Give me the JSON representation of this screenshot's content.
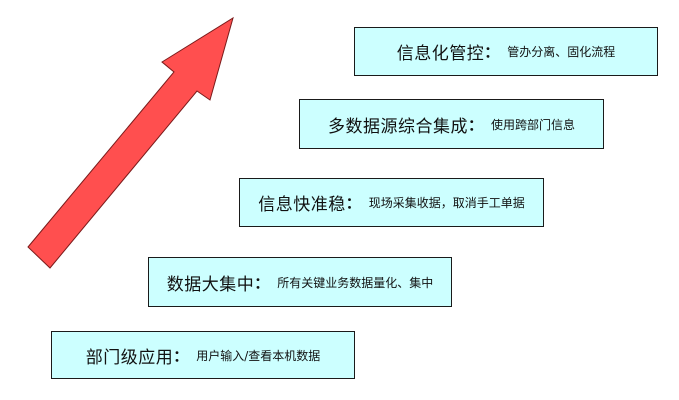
{
  "diagram": {
    "arrow": {
      "direction": "up-right",
      "fill": "#ff4f4f",
      "stroke": "#7a1a1a"
    },
    "box_fill": "#ccffff",
    "box_border": "#1a1a1a",
    "stages": [
      {
        "level": 5,
        "title": "信息化管控",
        "colon": "：",
        "description": "管办分离、固化流程"
      },
      {
        "level": 4,
        "title": "多数据源综合集成",
        "colon": "：",
        "description": "使用跨部门信息"
      },
      {
        "level": 3,
        "title": "信息快准稳",
        "colon": "：",
        "description": "现场采集收据，取消手工单据"
      },
      {
        "level": 2,
        "title": "数据大集中",
        "colon": "：",
        "description": "所有关键业务数据量化、集中"
      },
      {
        "level": 1,
        "title": "部门级应用",
        "colon": "：",
        "description": "用户输入/查看本机数据"
      }
    ]
  }
}
